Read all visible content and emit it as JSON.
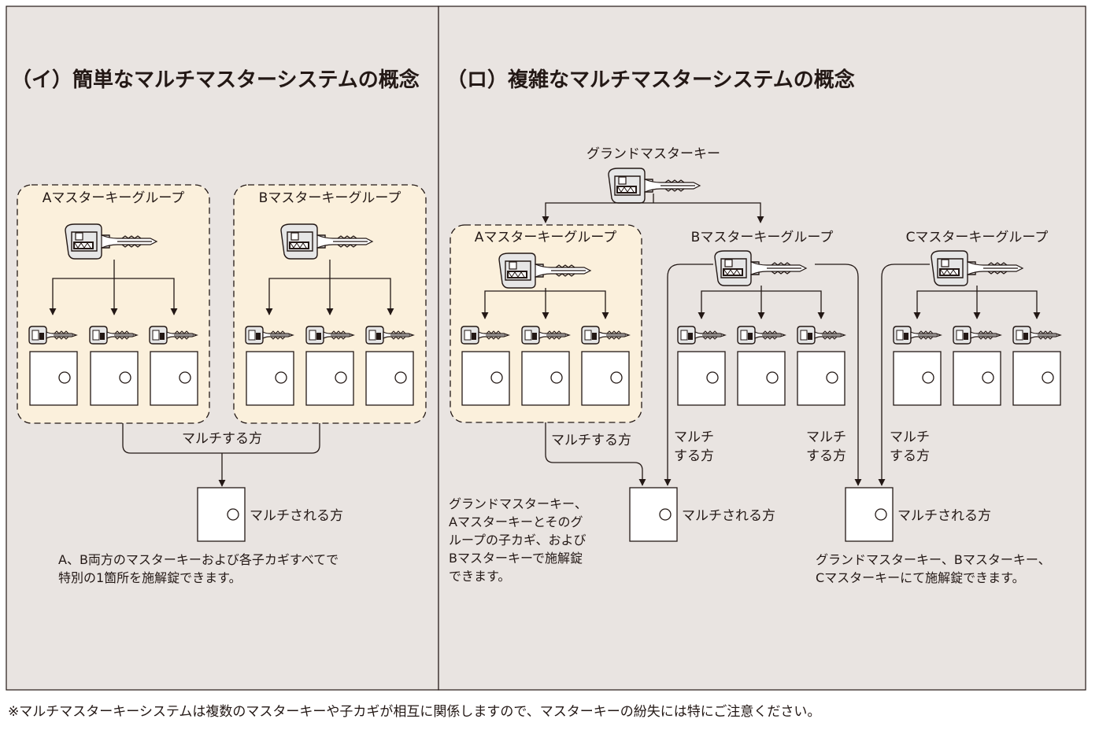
{
  "left_panel": {
    "title": "（イ）簡単なマルチマスターシステムの概念",
    "group_a_label": "Aマスターキーグループ",
    "group_b_label": "Bマスターキーグループ",
    "multi_side_label": "マルチする方",
    "multi_target_label": "マルチされる方",
    "note_line1": "A、B両方のマスターキーおよび各子カギすべてで",
    "note_line2": "特別の1箇所を施解錠できます。"
  },
  "right_panel": {
    "title": "（ロ）複雑なマルチマスターシステムの概念",
    "grand_master_label": "グランドマスターキー",
    "group_a_label": "Aマスターキーグループ",
    "group_b_label": "Bマスターキーグループ",
    "group_c_label": "Cマスターキーグループ",
    "multi_side_label_a": "マルチする方",
    "multi_line1": "マルチ",
    "multi_line2": "する方",
    "target1_label": "マルチされる方",
    "target2_label": "マルチされる方",
    "note1_lines": [
      "グランドマスターキー、",
      "Aマスターキーとそのグ",
      "ループの子カギ、および",
      "Bマスターキーで施解錠",
      "できます。"
    ],
    "note2_line1": "グランドマスターキー、Bマスターキー、",
    "note2_line2": "Cマスターキーにて施解錠できます。"
  },
  "footnote": "※マルチマスターキーシステムは複数のマスターキーや子カギが相互に関係しますので、マスターキーの紛失には特にご注意ください。",
  "colors": {
    "panel_bg": "#e9e4e1",
    "group_bg": "#fbf0dc",
    "ink": "#231815"
  },
  "icons": {
    "master_key": "key-icon",
    "child_key": "key-icon",
    "lock": "lock-icon"
  }
}
